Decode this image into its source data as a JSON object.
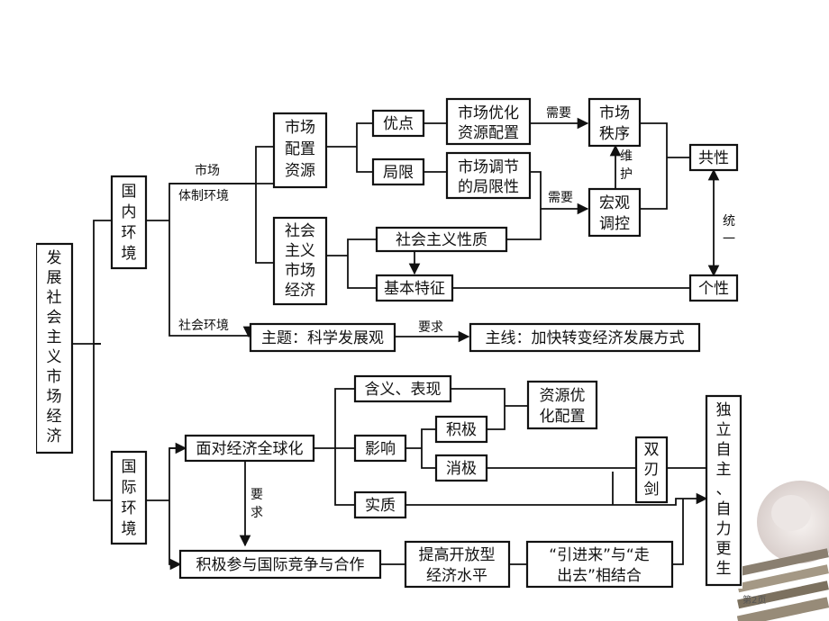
{
  "slide_number": "-2-",
  "page_tag": "第2页",
  "diagram": {
    "root": [
      "发",
      "展",
      "社",
      "会",
      "主",
      "义",
      "市",
      "场",
      "经",
      "济"
    ],
    "domestic_env": [
      "国",
      "内",
      "环",
      "境"
    ],
    "international_env": [
      "国",
      "际",
      "环",
      "境"
    ],
    "label_market": "市场",
    "label_system_env": "体制环境",
    "label_social_env": "社会环境",
    "market_allocation": [
      "市场",
      "配置",
      "资源"
    ],
    "advantage": "优点",
    "limitation": "局限",
    "market_optimize": [
      "市场优化",
      "资源配置"
    ],
    "market_limit": [
      "市场调节",
      "的局限性"
    ],
    "label_need_1": "需要",
    "label_need_2": "需要",
    "market_order": [
      "市场",
      "秩序"
    ],
    "label_maintain": [
      "维",
      "护"
    ],
    "macro_control": [
      "宏观",
      "调控"
    ],
    "commonality": "共性",
    "individuality": "个性",
    "label_unity": [
      "统",
      "一"
    ],
    "socialist_market": [
      "社会",
      "主义",
      "市场",
      "经济"
    ],
    "socialist_nature": "社会主义性质",
    "basic_features": "基本特征",
    "theme": "主题：科学发展观",
    "label_require_1": "要求",
    "main_line": "主线：加快转变经济发展方式",
    "meaning": "含义、表现",
    "resource_optimize": [
      "资源优",
      "化配置"
    ],
    "face_globalization": "面对经济全球化",
    "impact": "影响",
    "positive": "积极",
    "negative": "消极",
    "double_edged": [
      "双",
      "刃",
      "剑"
    ],
    "essence": "实质",
    "label_require_2": [
      "要",
      "求"
    ],
    "independence": [
      "独",
      "立",
      "自",
      "主",
      "、",
      "自",
      "力",
      "更",
      "生"
    ],
    "participate": "积极参与国际竞争与合作",
    "open_level": [
      "提高开放型",
      "经济水平"
    ],
    "bring_in": [
      "“引进来”与“走",
      "出去”相结合"
    ]
  }
}
